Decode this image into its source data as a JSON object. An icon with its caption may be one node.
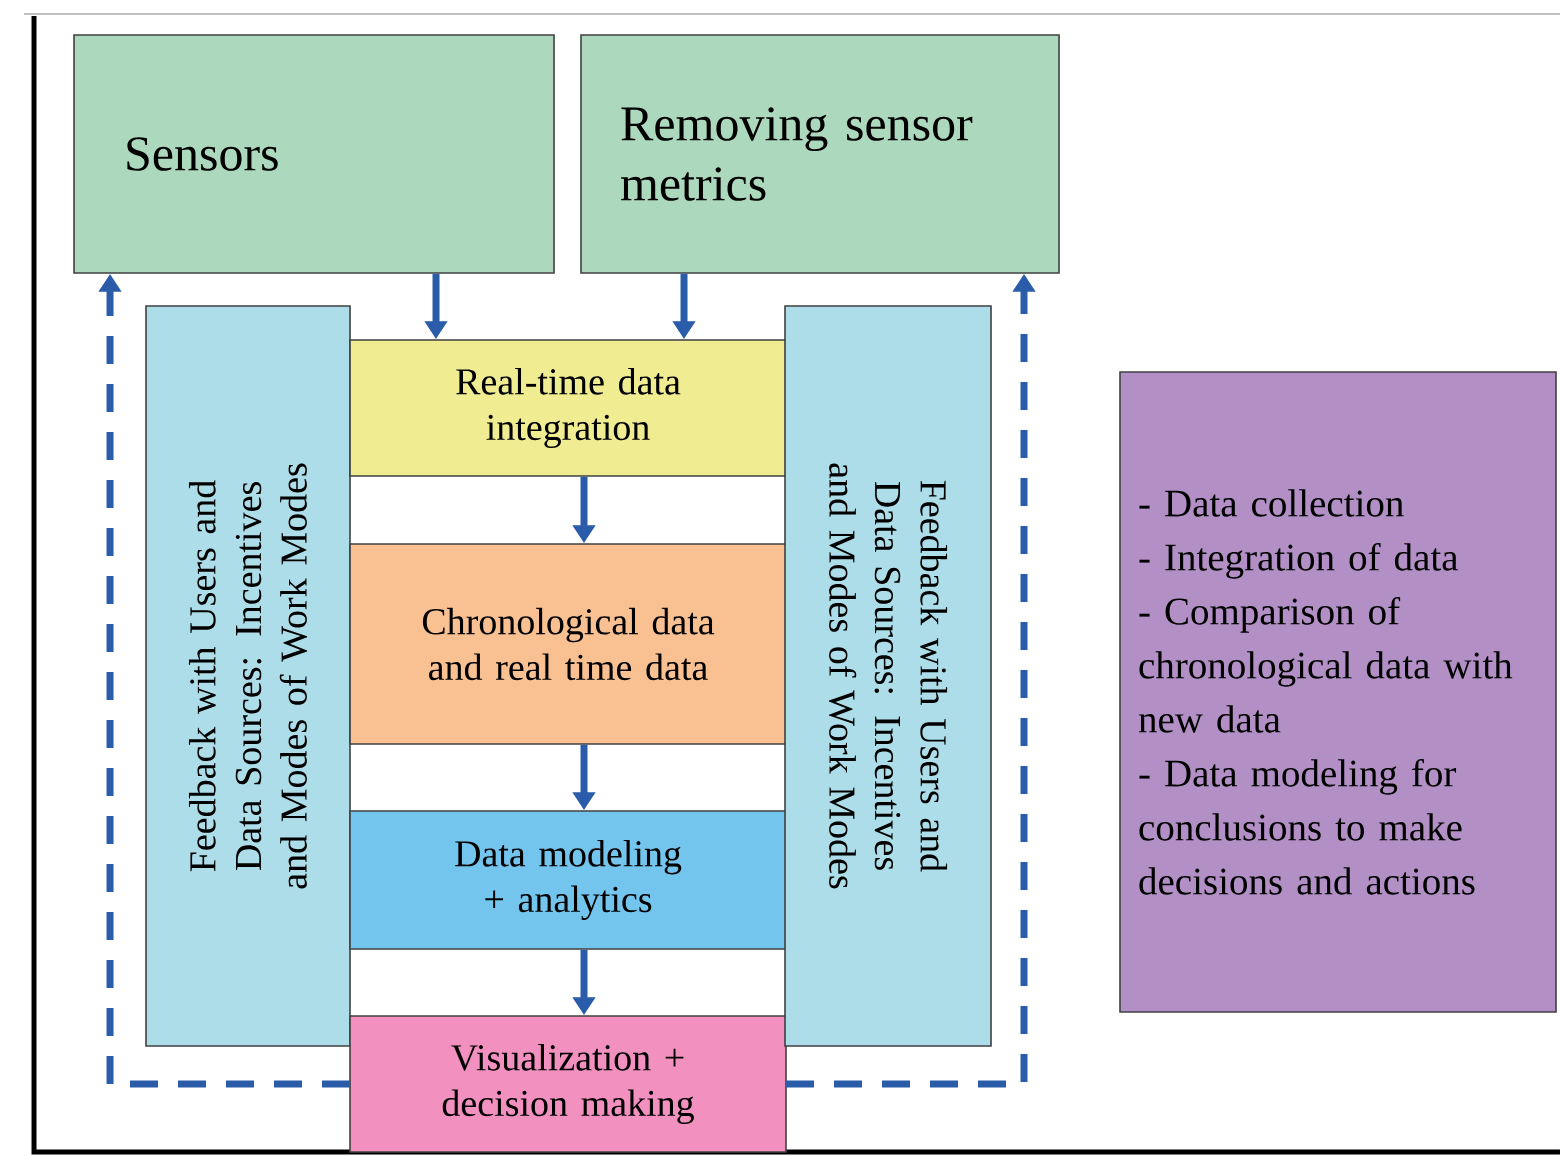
{
  "diagram": {
    "nodes": [
      {
        "text": [
          "Sensors"
        ]
      },
      {
        "text": [
          "Removing sensor metrics"
        ]
      },
      {
        "text": [
          "Feedback with Users and Data Sources: Incentives and Modes of Work Modes"
        ]
      },
      {
        "text": [
          "Real-time data integration"
        ]
      },
      {
        "text": [
          "Chronological data and real time data"
        ]
      },
      {
        "text": [
          "Data modeling + analytics"
        ]
      },
      {
        "text": [
          "Visualization + decision making"
        ]
      },
      {
        "text": [
          "Feedback with Users and Data Sources: Incentives and Modes of Work Modes"
        ]
      },
      {
        "text": [
          "- Data collection",
          "- Integration of data",
          "- Comparison of chronological data with new data",
          "- Data modeling for conclusions to make decisions and actions"
        ]
      }
    ],
    "edges": [
      {
        "from": 0,
        "to": 3,
        "arrow": "to"
      },
      {
        "from": 1,
        "to": 3,
        "arrow": "to"
      },
      {
        "from": 3,
        "to": 4,
        "arrow": "to"
      },
      {
        "from": 4,
        "to": 5,
        "arrow": "to"
      },
      {
        "from": 5,
        "to": 6,
        "arrow": "to"
      },
      {
        "from": 6,
        "to": 0,
        "arrow": "to",
        "style": "dashed"
      },
      {
        "from": 6,
        "to": 1,
        "arrow": "to",
        "style": "dashed"
      }
    ]
  }
}
